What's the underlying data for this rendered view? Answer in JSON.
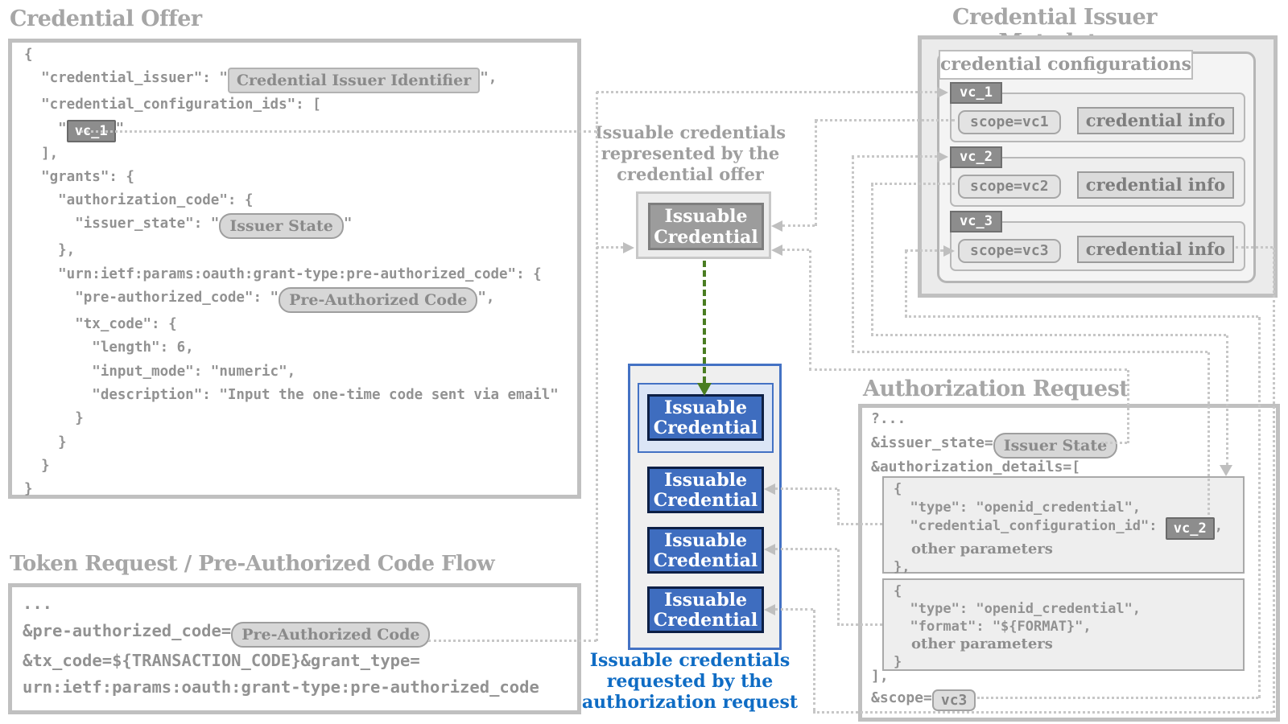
{
  "colors": {
    "panel_border": "#c0c0c0",
    "accent_blue": "#4472c4",
    "card_blue": "#3e6dbf",
    "caption_blue": "#0f6cc4",
    "arrow_green": "#4a7d22",
    "text_gray": "#929292"
  },
  "credential_offer": {
    "title": "Credential Offer",
    "lines": [
      {
        "t": "{"
      },
      {
        "pre": "  \"credential_issuer\": \"",
        "badge": "Credential Issuer Identifier",
        "post": "\","
      },
      {
        "t": "  \"credential_configuration_ids\": ["
      },
      {
        "pre": "    \"",
        "badge": "vc_1",
        "post": "\""
      },
      {
        "t": "  ],"
      },
      {
        "t": "  \"grants\": {"
      },
      {
        "t": "    \"authorization_code\": {"
      },
      {
        "pre": "      \"issuer_state\": \"",
        "badge": "Issuer State",
        "post": "\""
      },
      {
        "t": "    },"
      },
      {
        "t": "    \"urn:ietf:params:oauth:grant-type:pre-authorized_code\": {"
      },
      {
        "pre": "      \"pre-authorized_code\": \"",
        "badge": "Pre-Authorized Code",
        "post": "\","
      },
      {
        "t": "      \"tx_code\": {"
      },
      {
        "t": "        \"length\": 6,"
      },
      {
        "t": "        \"input_mode\": \"numeric\","
      },
      {
        "t": "        \"description\": \"Input the one-time code sent via email\""
      },
      {
        "t": "      }"
      },
      {
        "t": "    }"
      },
      {
        "t": "  }"
      },
      {
        "t": "}"
      }
    ]
  },
  "token_request": {
    "title": "Token Request / Pre-Authorized Code Flow",
    "lines": [
      {
        "t": "..."
      },
      {
        "pre": "&pre-authorized_code=",
        "badge": "Pre-Authorized Code"
      },
      {
        "t": "&tx_code=${TRANSACTION_CODE}&grant_type="
      },
      {
        "t": "urn:ietf:params:oauth:grant-type:pre-authorized_code"
      }
    ]
  },
  "issuer_metadata": {
    "title": "Credential Issuer Metadata",
    "config_label": "credential configurations",
    "rows": [
      {
        "id": "vc_1",
        "scope": "scope=vc1",
        "info": "credential info"
      },
      {
        "id": "vc_2",
        "scope": "scope=vc2",
        "info": "credential info"
      },
      {
        "id": "vc_3",
        "scope": "scope=vc3",
        "info": "credential info"
      }
    ]
  },
  "offer_issuables": {
    "caption": "Issuable credentials represented by the credential offer",
    "card_label": "Issuable Credential"
  },
  "requested_issuables": {
    "caption": "Issuable credentials requested by the authorization request",
    "cards": [
      "Issuable Credential",
      "Issuable Credential",
      "Issuable Credential",
      "Issuable Credential"
    ]
  },
  "authorization_request": {
    "title": "Authorization Request",
    "query_line": "?...",
    "issuer_state_pre": "&issuer_state=",
    "issuer_state_badge": "Issuer State",
    "details_open": "&authorization_details=[",
    "box1": {
      "l1": "{",
      "l2": "  \"type\": \"openid_credential\",",
      "l3_pre": "  \"credential_configuration_id\": ",
      "l3_badge": "vc_2",
      "l3_post": ",",
      "l4": "other parameters",
      "l5": "},"
    },
    "box2": {
      "l1": "{",
      "l2": "  \"type\": \"openid_credential\",",
      "l3": "  \"format\": \"${FORMAT}\",",
      "l4": "other parameters",
      "l5": "}"
    },
    "details_close": "],",
    "scope_pre": "&scope=",
    "scope_badge": "vc3"
  }
}
